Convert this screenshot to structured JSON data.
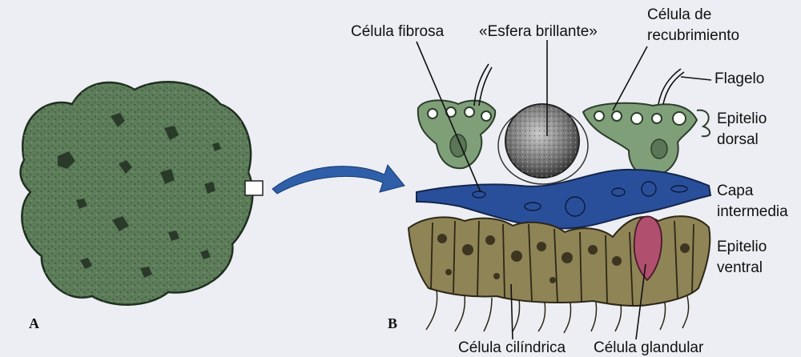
{
  "panels": {
    "a": "A",
    "b": "B"
  },
  "labels": {
    "celula_fibrosa": "Célula fibrosa",
    "esfera_brillante": "«Esfera brillante»",
    "celula_recubrimiento_1": "Célula de",
    "celula_recubrimiento_2": "recubrimiento",
    "flagelo": "Flagelo",
    "epitelio_dorsal_1": "Epitelio",
    "epitelio_dorsal_2": "dorsal",
    "capa_intermedia_1": "Capa",
    "capa_intermedia_2": "intermedia",
    "epitelio_ventral_1": "Epitelio",
    "epitelio_ventral_2": "ventral",
    "celula_cilindrica": "Célula cilíndrica",
    "celula_glandular": "Célula glandular"
  },
  "colors": {
    "background": "#eceef3",
    "organism_green": "#5c7c5a",
    "dorsal_green": "#7f9f79",
    "intermediate_blue": "#2a4f9a",
    "ventral_olive": "#8f8456",
    "glandular_pink": "#b0506e",
    "arrow_blue": "#2e5fa8"
  }
}
